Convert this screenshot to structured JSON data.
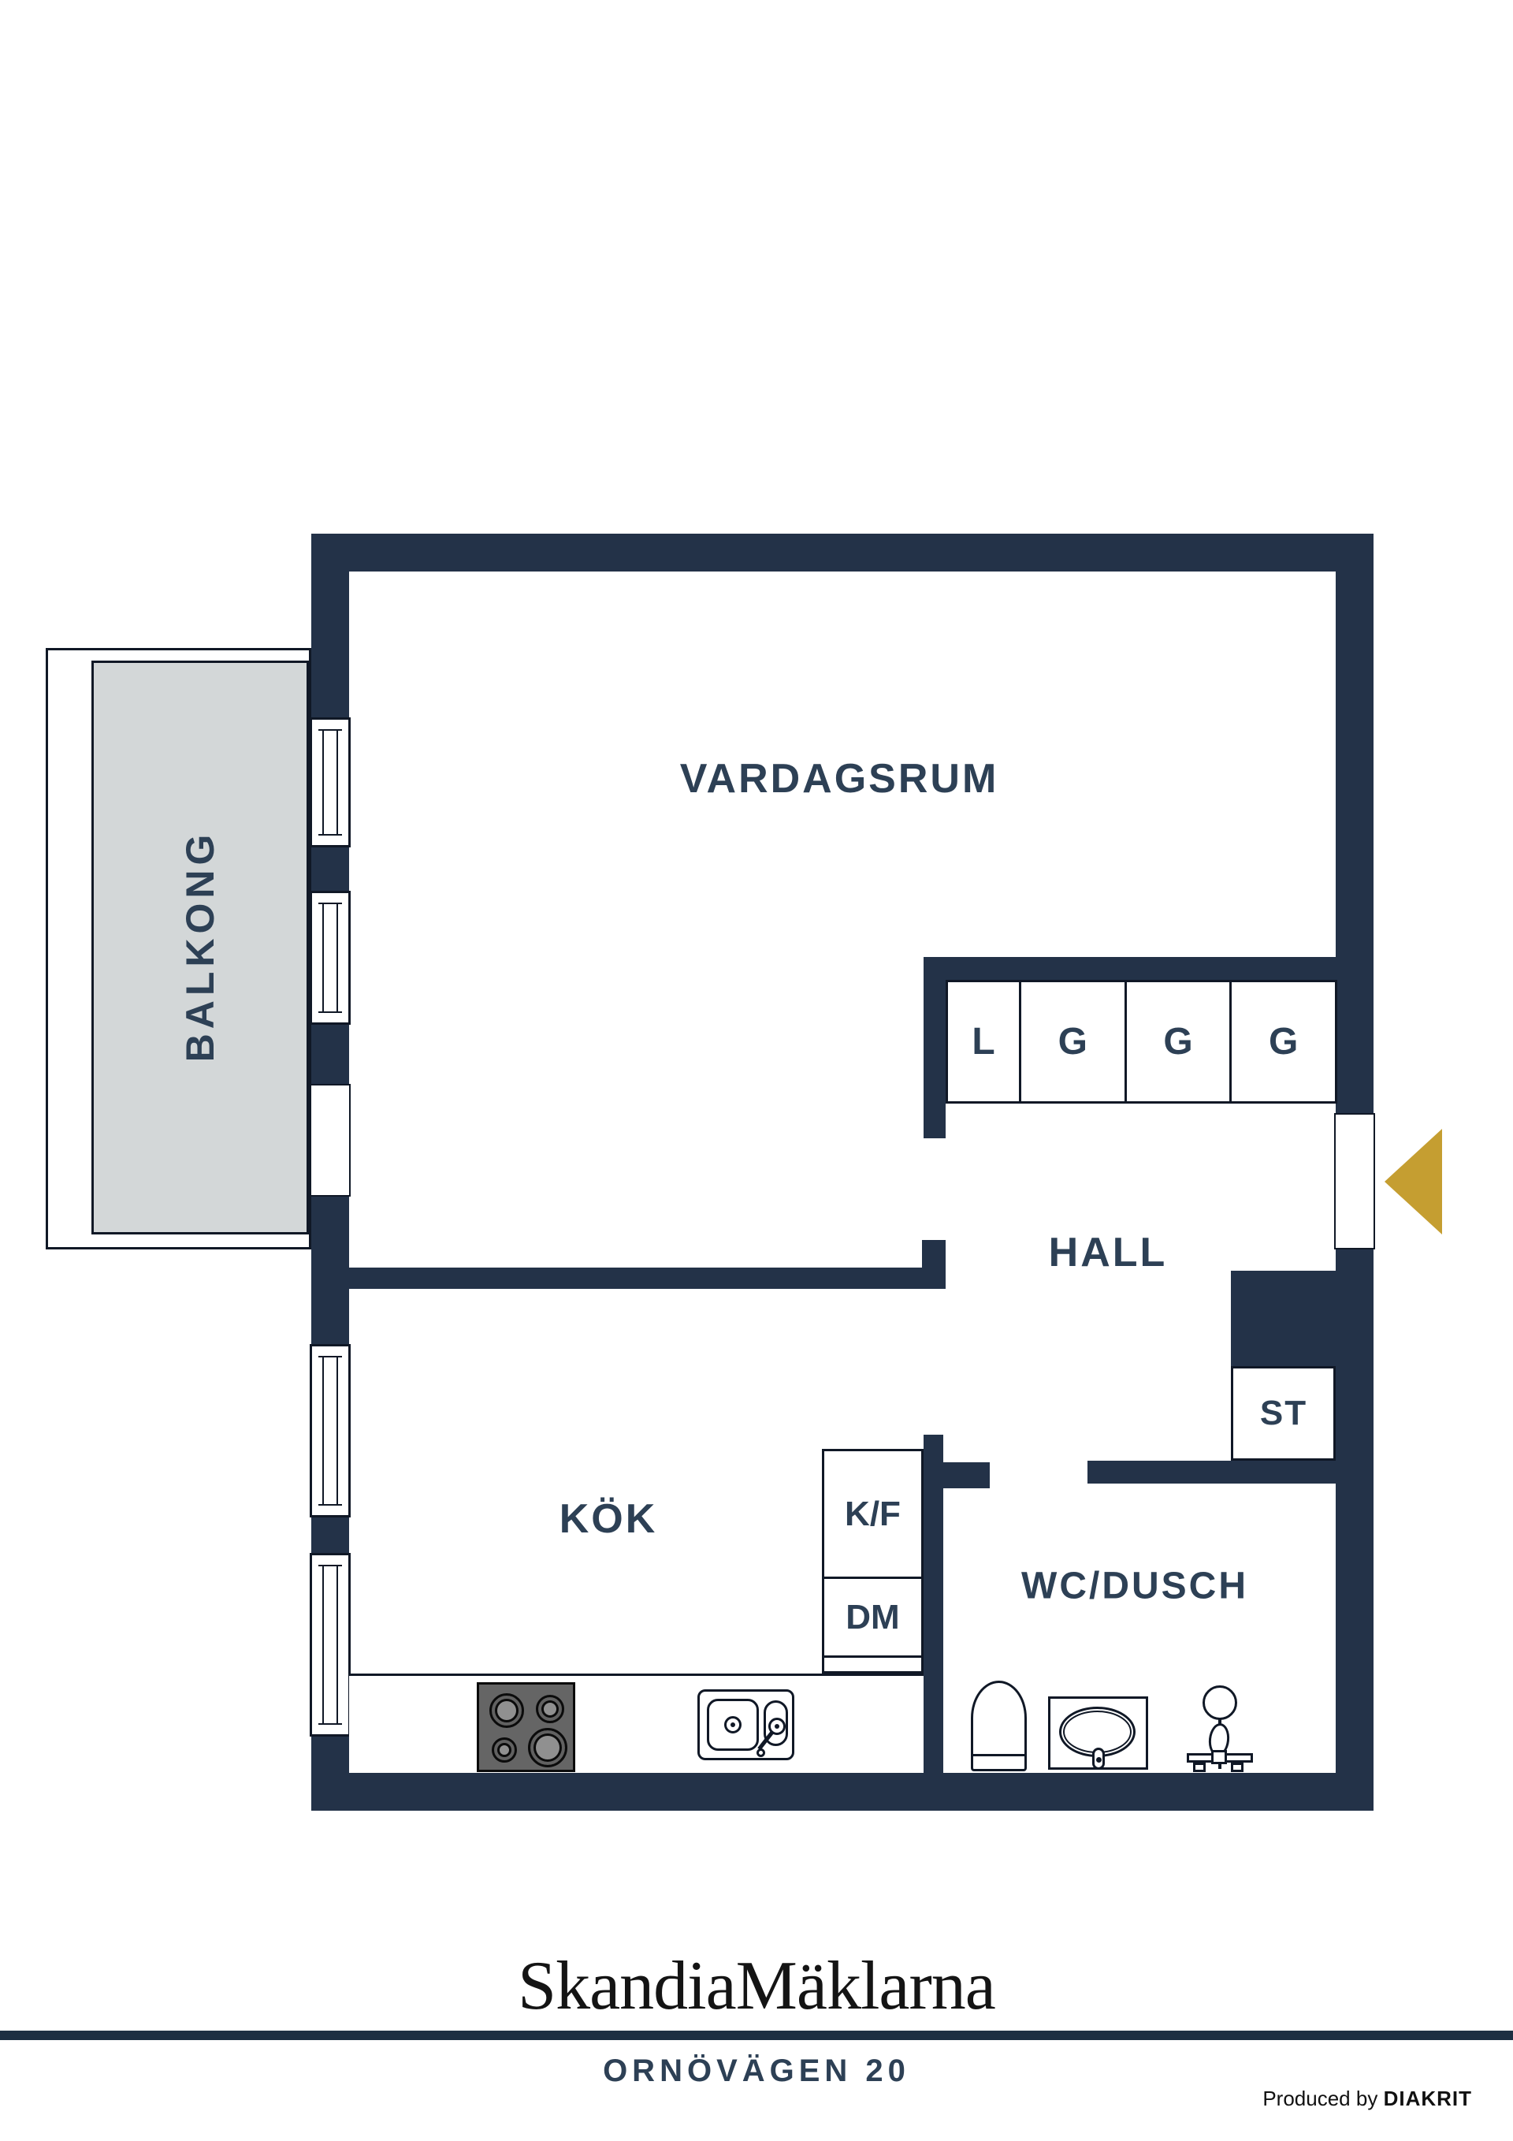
{
  "plan": {
    "rooms": {
      "vardagsrum": "VARDAGSRUM",
      "balkong": "BALKONG",
      "hall": "HALL",
      "kok": "KÖK",
      "wc_dusch": "WC/DUSCH",
      "st": "ST"
    },
    "closets": [
      {
        "label": "L"
      },
      {
        "label": "G"
      },
      {
        "label": "G"
      },
      {
        "label": "G"
      }
    ],
    "appliances": {
      "fridge_freezer": "K/F",
      "dishwasher": "DM"
    },
    "colors": {
      "wall": "#233248",
      "balcony_floor": "#d3d7d8",
      "label_text": "#2d4055",
      "entrance_arrow_gold": "#c59e31",
      "outline": "#101826"
    }
  },
  "footer": {
    "brand": "SkandiaMäklarna",
    "address": "ORNÖVÄGEN 20",
    "produced_by_label": "Produced by ",
    "producer": "DIAKRIT"
  }
}
